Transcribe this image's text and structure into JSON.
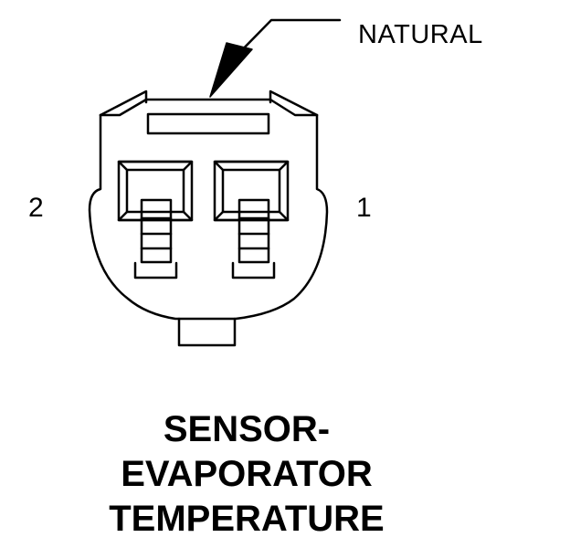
{
  "callout": {
    "label": "NATURAL"
  },
  "pins": [
    {
      "number": "2"
    },
    {
      "number": "1"
    }
  ],
  "title": {
    "lines": [
      "SENSOR-",
      "EVAPORATOR",
      "TEMPERATURE"
    ]
  },
  "colors": {
    "stroke": "#000000",
    "background": "#ffffff"
  }
}
